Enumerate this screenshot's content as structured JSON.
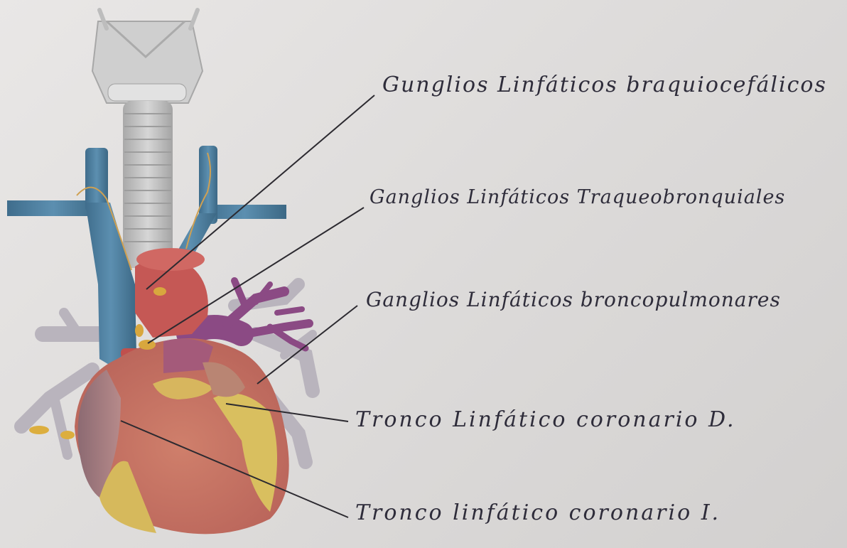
{
  "labels": [
    {
      "id": "brachiocephalic",
      "text": "Gunglios Linfáticos braquiocefálicos"
    },
    {
      "id": "tracheobronchial",
      "text": "Ganglios Linfáticos Traqueobronquiales"
    },
    {
      "id": "bronchopulmonary",
      "text": "Ganglios Linfáticos broncopulmonares"
    },
    {
      "id": "right-coronary-trunk",
      "text": "Tronco Linfático coronario D."
    },
    {
      "id": "left-coronary-trunk",
      "text": "Tronco linfático coronario I."
    }
  ],
  "colors": {
    "paper": "#e3e1e0",
    "ink": "#2e2c3a",
    "vein": "#4f80a0",
    "trachea": "#c8c8c8",
    "aorta": "#c9595a",
    "pulmonary": "#8b4a84",
    "heart": "#c87865",
    "fat": "#d9c062",
    "lymph": "#d9a640"
  }
}
